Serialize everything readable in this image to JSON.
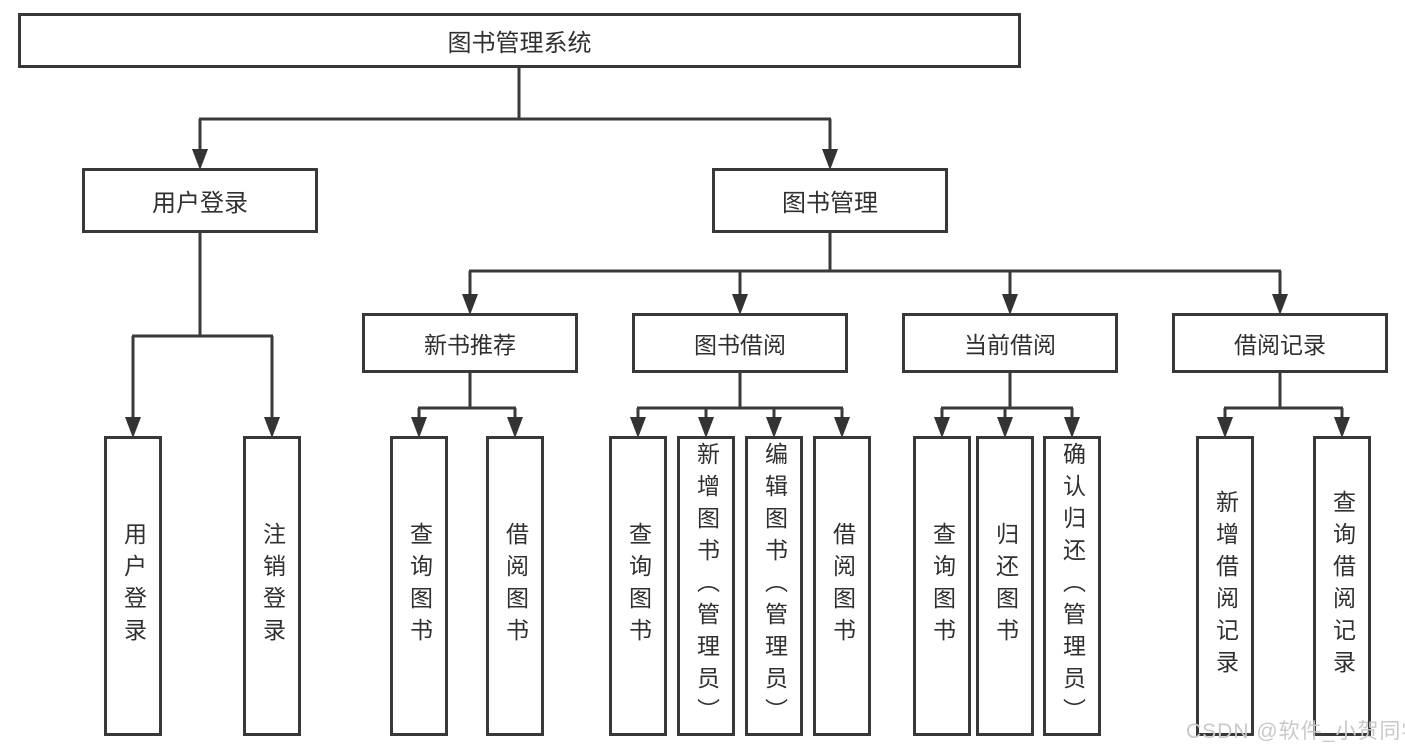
{
  "tree": {
    "root": "图书管理系统",
    "children": [
      {
        "label": "用户登录",
        "children": [
          "用户登录",
          "注销登录"
        ]
      },
      {
        "label": "图书管理",
        "children": [
          {
            "label": "新书推荐",
            "children": [
              "查询图书",
              "借阅图书"
            ]
          },
          {
            "label": "图书借阅",
            "children": [
              "查询图书",
              "新增图书（管理员）",
              "编辑图书（管理员）",
              "借阅图书"
            ]
          },
          {
            "label": "当前借阅",
            "children": [
              "查询图书",
              "归还图书",
              "确认归还（管理员）"
            ]
          },
          {
            "label": "借阅记录",
            "children": [
              "新增借阅记录",
              "查询借阅记录"
            ]
          }
        ]
      }
    ]
  },
  "watermark": "CSDN @软件_小贺同学",
  "colors": {
    "line": "#3a3a3a",
    "box_border": "#383838",
    "text": "#303030",
    "watermark": "#c9c9c9",
    "background": "#ffffff"
  }
}
